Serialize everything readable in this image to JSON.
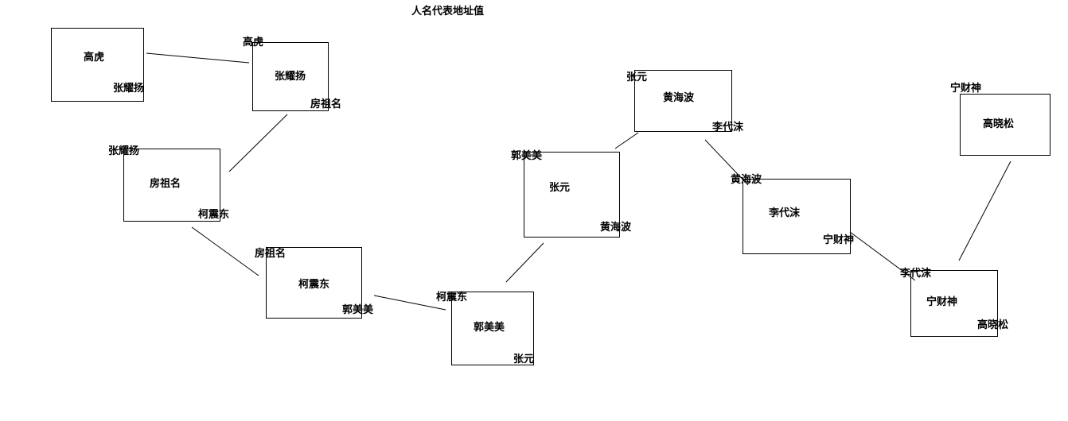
{
  "title": "人名代表地址值",
  "colors": {
    "stroke": "#000000",
    "background": "#ffffff",
    "text": "#000000"
  },
  "nodes": [
    {
      "name": "高虎",
      "prev": "",
      "next": "张耀扬"
    },
    {
      "name": "张耀扬",
      "prev": "高虎",
      "next": "房祖名"
    },
    {
      "name": "房祖名",
      "prev": "张耀扬",
      "next": "柯震东"
    },
    {
      "name": "柯震东",
      "prev": "房祖名",
      "next": "郭美美"
    },
    {
      "name": "郭美美",
      "prev": "柯震东",
      "next": "张元"
    },
    {
      "name": "张元",
      "prev": "郭美美",
      "next": "黄海波"
    },
    {
      "name": "黄海波",
      "prev": "张元",
      "next": "李代沫"
    },
    {
      "name": "李代沫",
      "prev": "黄海波",
      "next": "宁财神"
    },
    {
      "name": "宁财神",
      "prev": "李代沫",
      "next": "高晓松"
    },
    {
      "name": "高晓松",
      "prev": "宁财神",
      "next": ""
    }
  ],
  "edges": [
    {
      "from": "高虎",
      "to": "张耀扬"
    },
    {
      "from": "张耀扬",
      "to": "房祖名"
    },
    {
      "from": "房祖名",
      "to": "柯震东"
    },
    {
      "from": "柯震东",
      "to": "郭美美"
    },
    {
      "from": "郭美美",
      "to": "张元"
    },
    {
      "from": "张元",
      "to": "黄海波"
    },
    {
      "from": "黄海波",
      "to": "李代沫"
    },
    {
      "from": "李代沫",
      "to": "宁财神"
    },
    {
      "from": "宁财神",
      "to": "高晓松"
    }
  ]
}
